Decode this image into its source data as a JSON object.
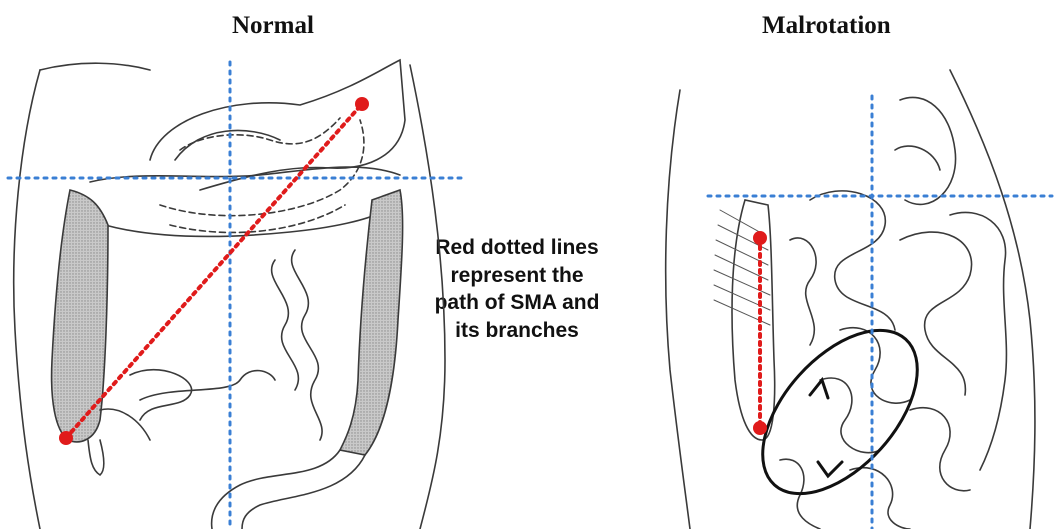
{
  "titles": {
    "left": "Normal",
    "right": "Malrotation"
  },
  "caption": {
    "lines": [
      "Red dotted lines",
      "represent the",
      "path of SMA and",
      "its branches"
    ]
  },
  "colors": {
    "sma_line": "#e01b1b",
    "axis_line": "#3a7fd4",
    "ink": "#3a3a3a",
    "shade": "#b5b5b5"
  }
}
